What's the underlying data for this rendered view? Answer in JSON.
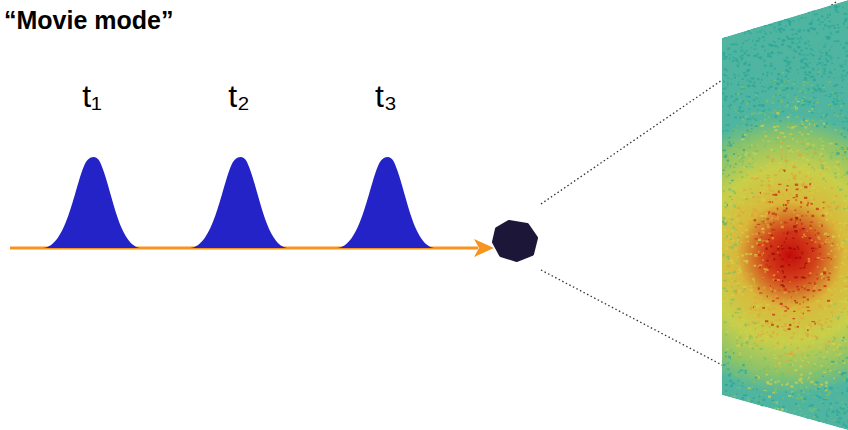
{
  "diagram": {
    "title": "“Movie mode”",
    "labels": [
      "t₁",
      "t₂",
      "t₃"
    ]
  }
}
